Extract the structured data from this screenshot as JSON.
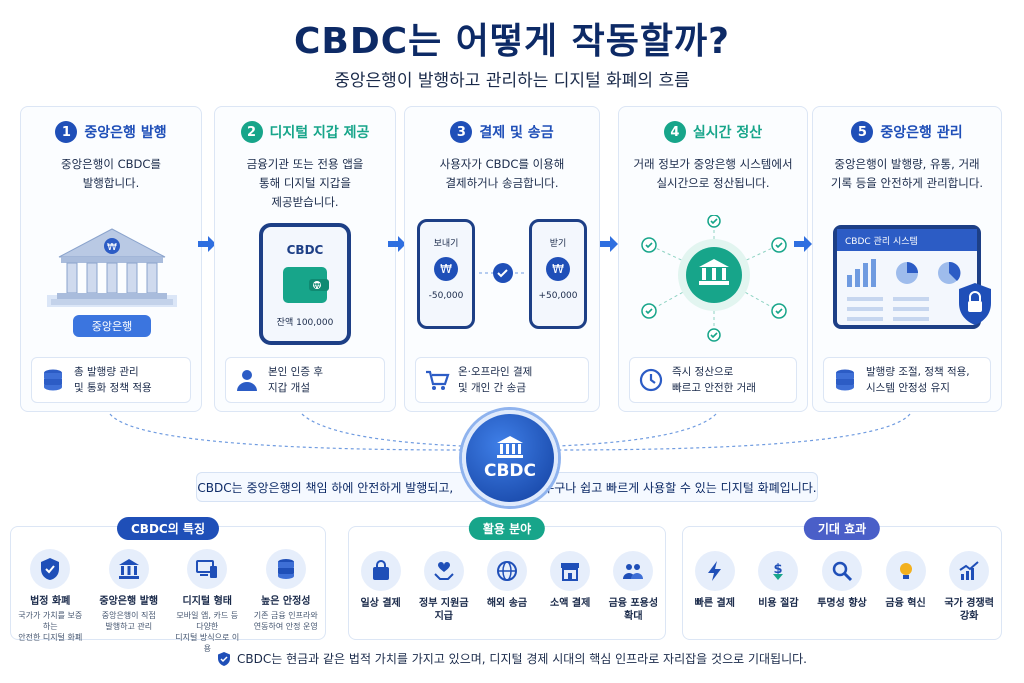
{
  "header": {
    "title": "CBDC는 어떻게 작동할까?",
    "subtitle": "중앙은행이 발행하고 관리하는 디지털 화폐의 흐름"
  },
  "steps": [
    {
      "num": "1",
      "title": "중앙은행 발행",
      "desc": "중앙은행이 CBDC를\n발행합니다.",
      "illus_label": "중앙은행",
      "foot": "총 발행량 관리\n및 통화 정책 적용",
      "color": "#1f4fb8"
    },
    {
      "num": "2",
      "title": "디지털 지갑 제공",
      "desc": "금융기관 또는 전용 앱을\n통해 디지털 지갑을\n제공받습니다.",
      "phone_title": "CBDC",
      "phone_balance": "잔액 100,000",
      "foot": "본인 인증 후\n지갑 개설",
      "color": "#17a58a"
    },
    {
      "num": "3",
      "title": "결제 및 송금",
      "desc": "사용자가 CBDC를 이용해\n결제하거나 송금합니다.",
      "send_label": "보내기",
      "send_amount": "-50,000",
      "recv_label": "받기",
      "recv_amount": "+50,000",
      "foot": "온·오프라인 결제\n및 개인 간 송금",
      "color": "#1f4fb8"
    },
    {
      "num": "4",
      "title": "실시간 정산",
      "desc": "거래 정보가 중앙은행 시스템에서\n실시간으로 정산됩니다.",
      "foot": "즉시 정산으로\n빠르고 안전한 거래",
      "color": "#17a58a"
    },
    {
      "num": "5",
      "title": "중앙은행 관리",
      "desc": "중앙은행이 발행량, 유통, 거래\n기록 등을 안전하게 관리합니다.",
      "screen_title": "CBDC 관리 시스템",
      "foot": "발행량 조절, 정책 적용,\n시스템 안정성 유지",
      "color": "#1f4fb8"
    }
  ],
  "hub": {
    "label": "CBDC",
    "banner_left": "CBDC는 중앙은행의 책임 하에 안전하게 발행되고,",
    "banner_right": "누구나 쉽고 빠르게 사용할 수 있는 디지털 화폐입니다."
  },
  "features": {
    "tag": "CBDC의 특징",
    "tag_color": "#1f4fb8",
    "items": [
      {
        "label": "법정 화폐",
        "sub": "국가가 가치를 보증하는\n안전한 디지털 화폐",
        "icon": "shield-check-icon"
      },
      {
        "label": "중앙은행 발행",
        "sub": "중앙은행이 직접\n발행하고 관리",
        "icon": "bank-icon"
      },
      {
        "label": "디지털 형태",
        "sub": "모바일 앱, 카드 등 다양한\n디지털 방식으로 이용",
        "icon": "devices-icon"
      },
      {
        "label": "높은 안정성",
        "sub": "기존 금융 인프라와\n연동하여 안정 운영",
        "icon": "database-icon"
      }
    ]
  },
  "uses": {
    "tag": "활용 분야",
    "tag_color": "#17a58a",
    "items": [
      {
        "label": "일상 결제",
        "icon": "shopping-bag-icon"
      },
      {
        "label": "정부 지원금\n지급",
        "icon": "heart-hands-icon"
      },
      {
        "label": "해외 송금",
        "icon": "globe-icon"
      },
      {
        "label": "소액 결제",
        "icon": "store-icon"
      },
      {
        "label": "금융 포용성\n확대",
        "icon": "people-icon"
      }
    ]
  },
  "effects": {
    "tag": "기대 효과",
    "tag_color": "#4a5fc8",
    "items": [
      {
        "label": "빠른 결제",
        "icon": "lightning-icon"
      },
      {
        "label": "비용 절감",
        "icon": "dollar-down-icon"
      },
      {
        "label": "투명성 향상",
        "icon": "magnifier-icon"
      },
      {
        "label": "금융 혁신",
        "icon": "lightbulb-icon"
      },
      {
        "label": "국가 경쟁력\n강화",
        "icon": "growth-chart-icon"
      }
    ]
  },
  "footer": {
    "text": "CBDC는 현금과 같은 법적 가치를 가지고 있으며, 디지털 경제 시대의 핵심 인프라로 자리잡을 것으로 기대됩니다."
  }
}
